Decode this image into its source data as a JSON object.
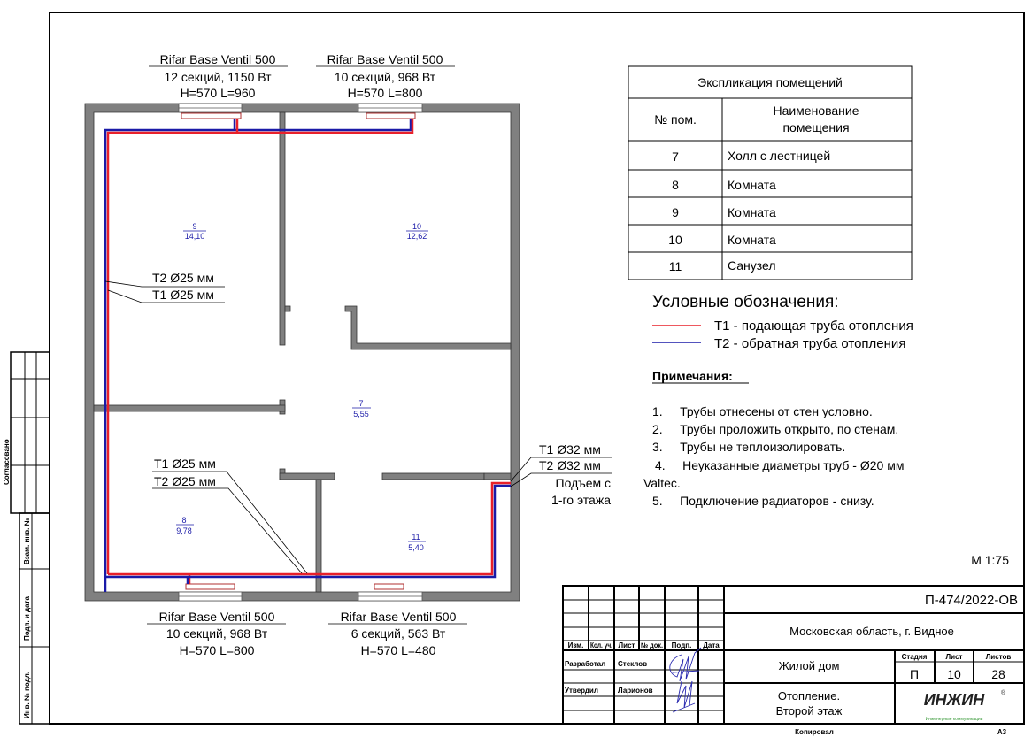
{
  "radiators": {
    "top_left": {
      "model": "Rifar Base Ventil 500",
      "spec": "12 секций, 1150 Вт",
      "dims": "H=570 L=960"
    },
    "top_right": {
      "model": "Rifar Base Ventil 500",
      "spec": "10 секций, 968 Вт",
      "dims": "H=570 L=800"
    },
    "bottom_left": {
      "model": "Rifar Base Ventil 500",
      "spec": "10 секций, 968 Вт",
      "dims": "H=570 L=800"
    },
    "bottom_right": {
      "model": "Rifar Base Ventil 500",
      "spec": "6 секций, 563 Вт",
      "dims": "H=570 L=480"
    }
  },
  "rooms": [
    {
      "num": "9",
      "area": "14,10"
    },
    {
      "num": "10",
      "area": "12,62"
    },
    {
      "num": "7",
      "area": "5,55"
    },
    {
      "num": "8",
      "area": "9,78"
    },
    {
      "num": "11",
      "area": "5,40"
    }
  ],
  "pipe_labels": {
    "left_t2": "T2 Ø25 мм",
    "left_t1": "T1 Ø25 мм",
    "mid_t1": "T1 Ø25 мм",
    "mid_t2": "T2 Ø25 мм",
    "riser_t1": "T1 Ø32 мм",
    "riser_t2": "T2 Ø32 мм",
    "riser_note_1": "Подъем с",
    "riser_note_2": "1-го этажа"
  },
  "explication": {
    "title": "Экспликация помещений",
    "col_num": "№ пом.",
    "col_name_1": "Наименование",
    "col_name_2": "помещения",
    "rows": [
      {
        "num": "7",
        "name": "Холл с лестницей"
      },
      {
        "num": "8",
        "name": "Комната"
      },
      {
        "num": "9",
        "name": "Комната"
      },
      {
        "num": "10",
        "name": "Комната"
      },
      {
        "num": "11",
        "name": "Санузел"
      }
    ]
  },
  "legend": {
    "title": "Условные обозначения:",
    "items": [
      {
        "label": "Т1 - подающая труба отопления",
        "color": "#e8202a"
      },
      {
        "label": "Т2 - обратная труба отопления",
        "color": "#1a1aa8"
      }
    ]
  },
  "notes": {
    "title": "Примечания:",
    "items": [
      "1.     Трубы отнесены от стен условно.",
      "2.     Трубы проложить открыто, по стенам.",
      "3.     Трубы не теплоизолировать.",
      "4.     Неуказанные диаметры труб - Ø20 мм",
      "Valtec.",
      "5.     Подключение радиаторов - снизу."
    ]
  },
  "scale": "М 1:75",
  "title_block": {
    "doc_code": "П-474/2022-ОВ",
    "location": "Московская область, г. Видное",
    "object": "Жилой дом",
    "sheet_title_1": "Отопление.",
    "sheet_title_2": "Второй этаж",
    "headers": [
      "Изм.",
      "Кол. уч.",
      "Лист",
      "№ док.",
      "Подп.",
      "Дата"
    ],
    "stage_label": "Стадия",
    "sheet_label": "Лист",
    "sheets_label": "Листов",
    "stage": "П",
    "sheet": "10",
    "sheets": "28",
    "developed_label": "Разработал",
    "developed_by": "Стеклов",
    "approved_label": "Утвердил",
    "approved_by": "Ларионов",
    "logo": "ИНЖИН",
    "logo_sub": "Инженерные коммуникации",
    "copied": "Копировал",
    "format": "А3"
  },
  "side_stamp": {
    "agreed": "Согласовано",
    "replace_inv": "Взам. инв. №",
    "sign_date": "Подп. и дата",
    "inv_orig": "Инв. № подл."
  }
}
